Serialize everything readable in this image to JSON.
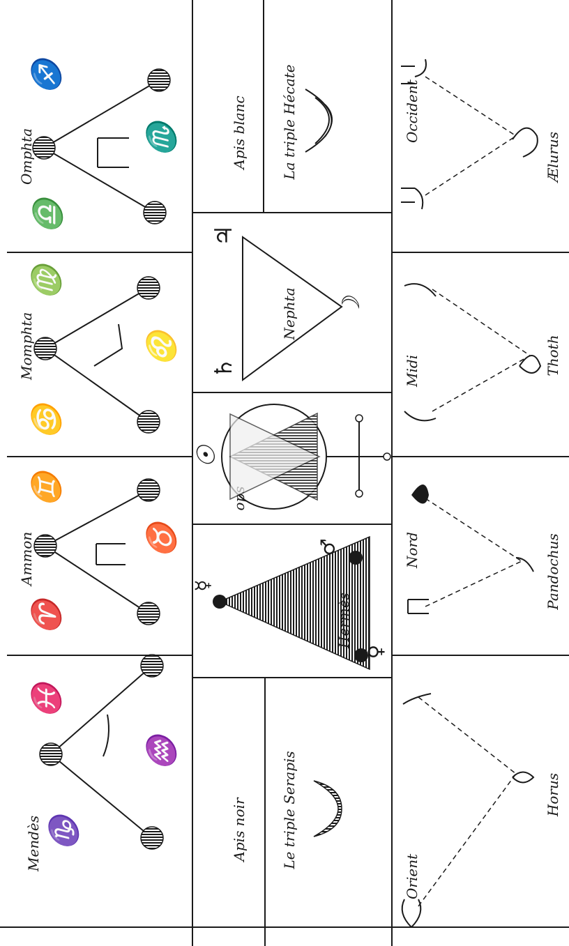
{
  "planetary_triads": [
    {
      "name": "Mendès",
      "signs": [
        "♑",
        "♓",
        "♒"
      ]
    },
    {
      "name": "Ammon",
      "signs": [
        "♈",
        "♊",
        "♉"
      ]
    },
    {
      "name": "Momphta",
      "signs": [
        "♋",
        "♍",
        "♌"
      ]
    },
    {
      "name": "Omphta",
      "signs": [
        "♐",
        "♎",
        "♏"
      ]
    }
  ],
  "apis": {
    "noir": "Apis noir",
    "noir_sub": "Le triple Serapis",
    "blanc": "Apis blanc",
    "blanc_sub": "La triple Hécate"
  },
  "center_figures": [
    {
      "name": "Hermès",
      "planet_symbols": [
        "☿",
        "♂",
        "♀"
      ]
    },
    {
      "name": "ops",
      "planet_symbols": [
        "☉"
      ]
    },
    {
      "name": "Nephta",
      "planet_symbols": [
        "♄",
        "♃",
        "☽"
      ]
    }
  ],
  "cardinal_triads": [
    {
      "direction": "Orient",
      "deity": "Horus"
    },
    {
      "direction": "Nord",
      "deity": "Pandochus"
    },
    {
      "direction": "Midi",
      "deity": "Thoth"
    },
    {
      "direction": "Occident",
      "deity": "Ælurus"
    }
  ],
  "colors": {
    "ink": "#1a1a1a",
    "paper": "#ffffff",
    "shade": "#777777"
  }
}
